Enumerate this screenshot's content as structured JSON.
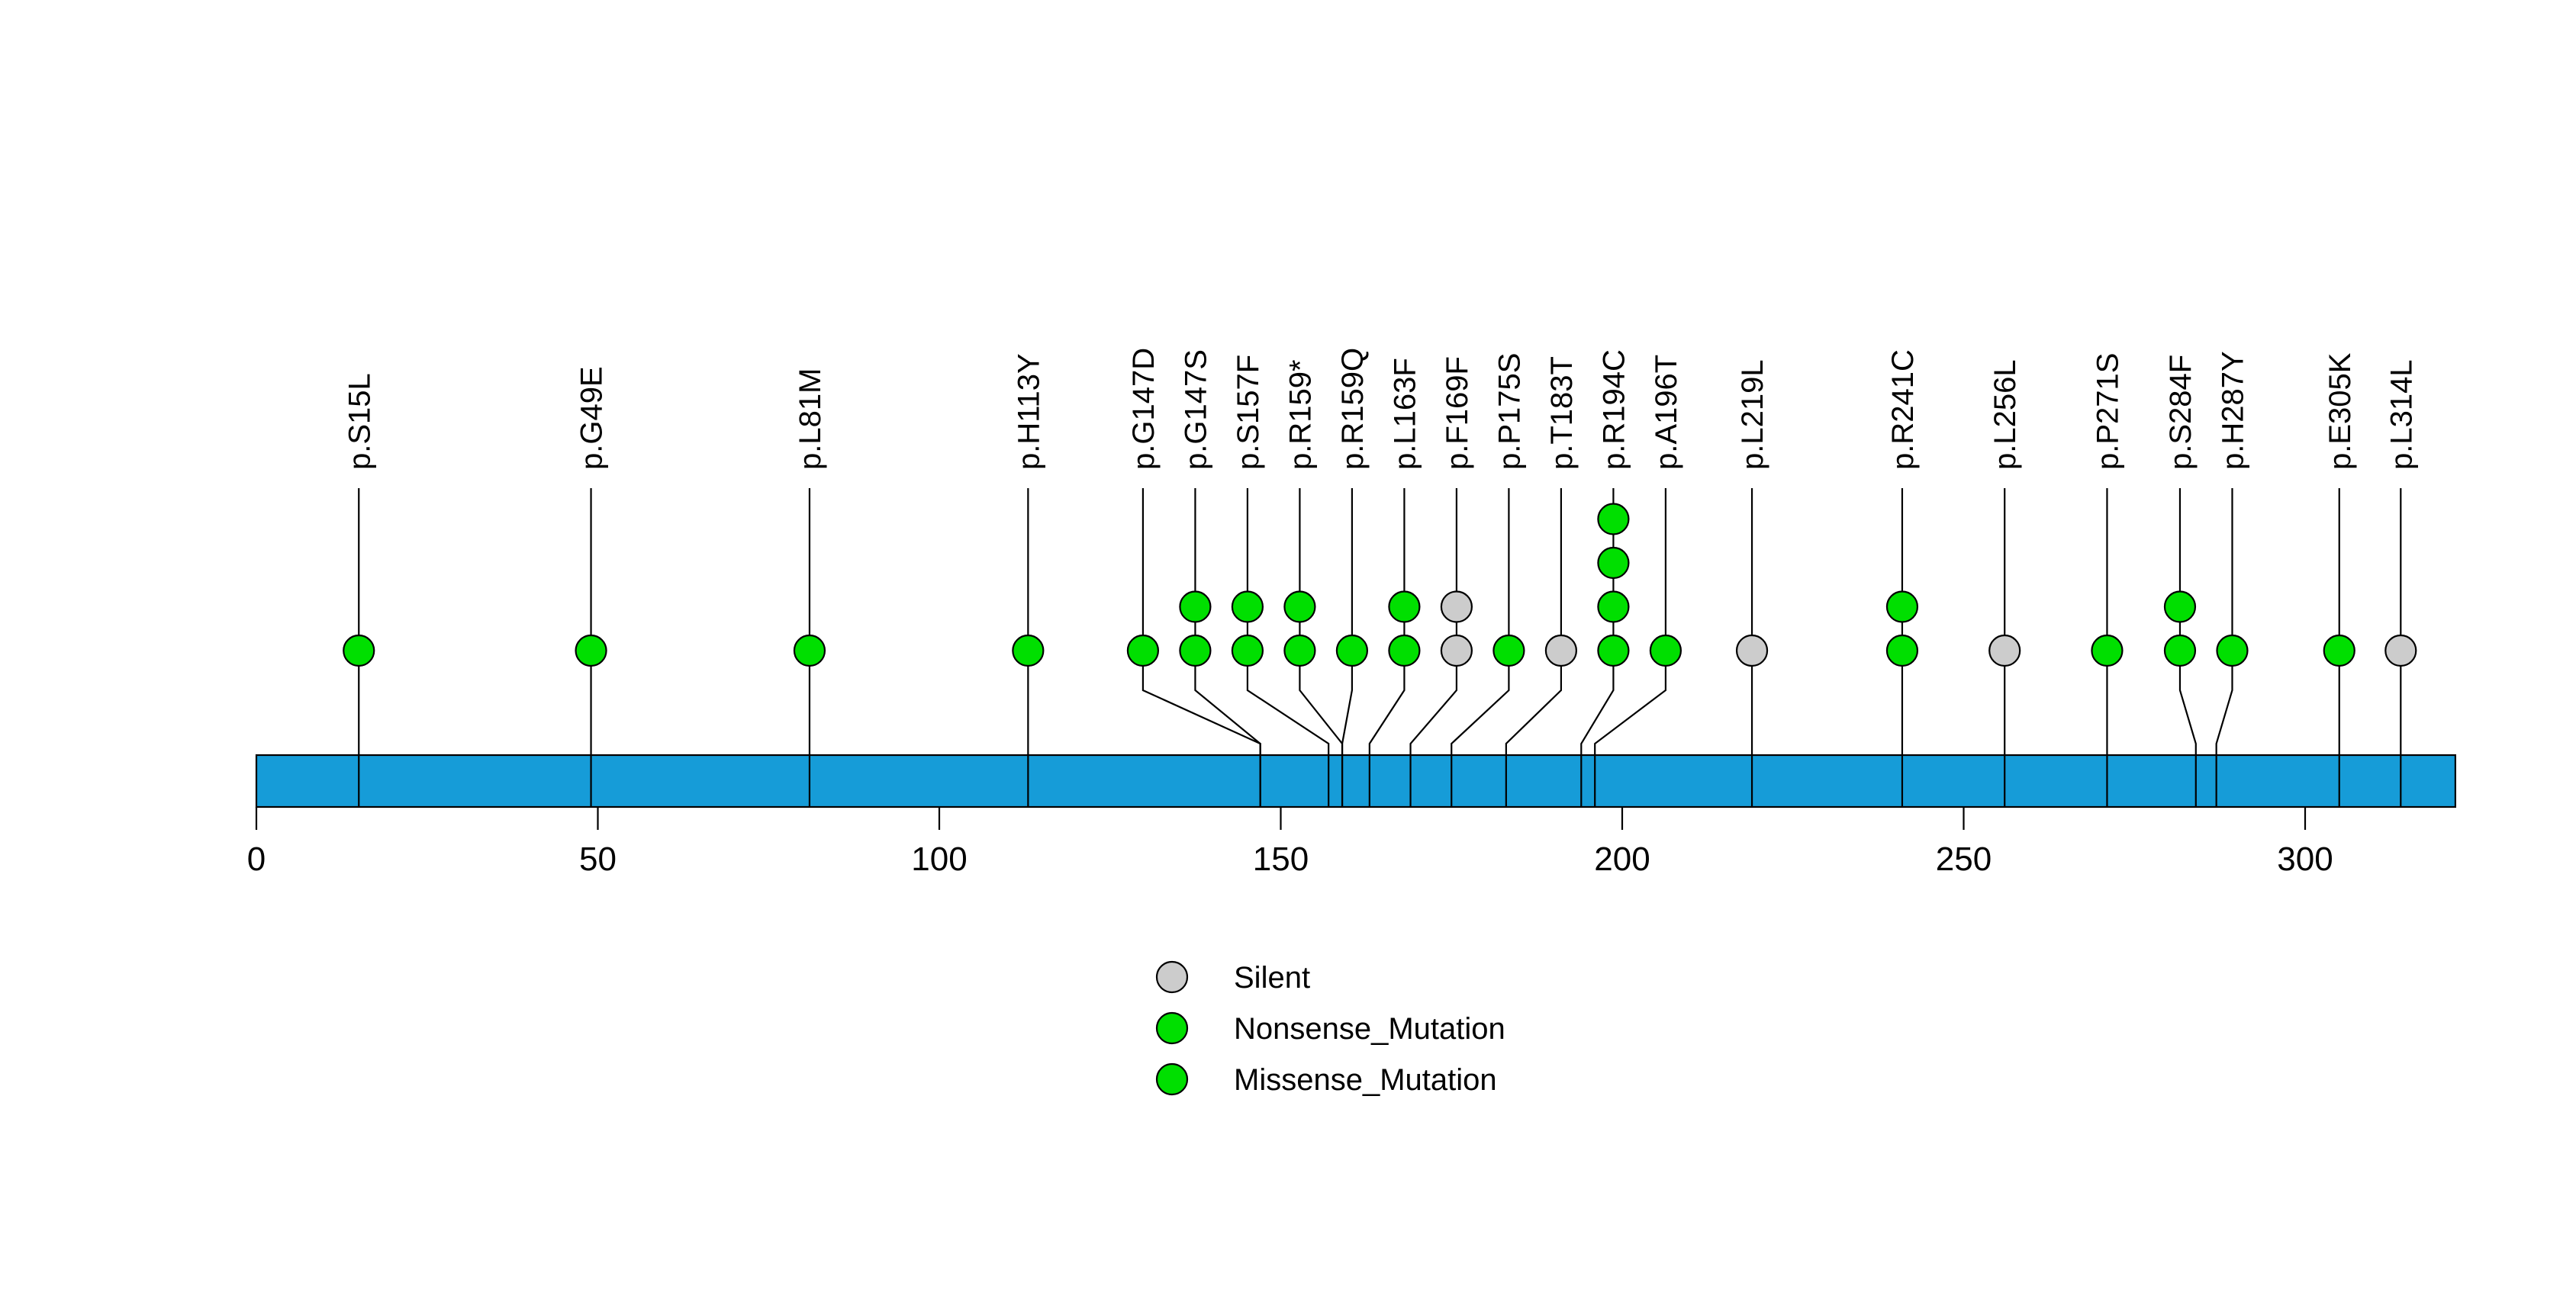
{
  "chart_data": {
    "type": "lollipop",
    "title": "",
    "xlabel": "",
    "ylabel": "",
    "x_axis": {
      "min": 0,
      "max": 322,
      "ticks": [
        0,
        50,
        100,
        150,
        200,
        250,
        300
      ]
    },
    "protein_bar": {
      "start": 0,
      "end": 322,
      "color": "#169CD8",
      "border_color": "#000000"
    },
    "mutations": [
      {
        "label": "p.S15L",
        "position": 15,
        "count": 1,
        "mutation_type": "Missense_Mutation"
      },
      {
        "label": "p.G49E",
        "position": 49,
        "count": 1,
        "mutation_type": "Missense_Mutation"
      },
      {
        "label": "p.L81M",
        "position": 81,
        "count": 1,
        "mutation_type": "Missense_Mutation"
      },
      {
        "label": "p.H113Y",
        "position": 113,
        "count": 1,
        "mutation_type": "Missense_Mutation"
      },
      {
        "label": "p.G147D",
        "position": 147,
        "count": 1,
        "mutation_type": "Missense_Mutation"
      },
      {
        "label": "p.G147S",
        "position": 147,
        "count": 2,
        "mutation_type": "Missense_Mutation"
      },
      {
        "label": "p.S157F",
        "position": 157,
        "count": 2,
        "mutation_type": "Missense_Mutation"
      },
      {
        "label": "p.R159*",
        "position": 159,
        "count": 2,
        "mutation_type": "Nonsense_Mutation"
      },
      {
        "label": "p.R159Q",
        "position": 159,
        "count": 1,
        "mutation_type": "Missense_Mutation"
      },
      {
        "label": "p.L163F",
        "position": 163,
        "count": 2,
        "mutation_type": "Missense_Mutation"
      },
      {
        "label": "p.F169F",
        "position": 169,
        "count": 2,
        "mutation_type": "Silent"
      },
      {
        "label": "p.P175S",
        "position": 175,
        "count": 1,
        "mutation_type": "Missense_Mutation"
      },
      {
        "label": "p.T183T",
        "position": 183,
        "count": 1,
        "mutation_type": "Silent"
      },
      {
        "label": "p.R194C",
        "position": 194,
        "count": 4,
        "mutation_type": "Missense_Mutation"
      },
      {
        "label": "p.A196T",
        "position": 196,
        "count": 1,
        "mutation_type": "Missense_Mutation"
      },
      {
        "label": "p.L219L",
        "position": 219,
        "count": 1,
        "mutation_type": "Silent"
      },
      {
        "label": "p.R241C",
        "position": 241,
        "count": 2,
        "mutation_type": "Missense_Mutation"
      },
      {
        "label": "p.L256L",
        "position": 256,
        "count": 1,
        "mutation_type": "Silent"
      },
      {
        "label": "p.P271S",
        "position": 271,
        "count": 1,
        "mutation_type": "Missense_Mutation"
      },
      {
        "label": "p.S284F",
        "position": 284,
        "count": 2,
        "mutation_type": "Missense_Mutation"
      },
      {
        "label": "p.H287Y",
        "position": 287,
        "count": 1,
        "mutation_type": "Missense_Mutation"
      },
      {
        "label": "p.E305K",
        "position": 305,
        "count": 1,
        "mutation_type": "Missense_Mutation"
      },
      {
        "label": "p.L314L",
        "position": 314,
        "count": 1,
        "mutation_type": "Silent"
      }
    ],
    "legend": {
      "position": "bottom-center",
      "items": [
        {
          "label": "Silent",
          "color": "#CCCCCC"
        },
        {
          "label": "Nonsense_Mutation",
          "color": "#00DF00"
        },
        {
          "label": "Missense_Mutation",
          "color": "#00DF00"
        }
      ]
    },
    "colors": {
      "Silent": "#CCCCCC",
      "Nonsense_Mutation": "#00DF00",
      "Missense_Mutation": "#00DF00",
      "bar": "#169CD8",
      "stem": "#000000"
    }
  }
}
